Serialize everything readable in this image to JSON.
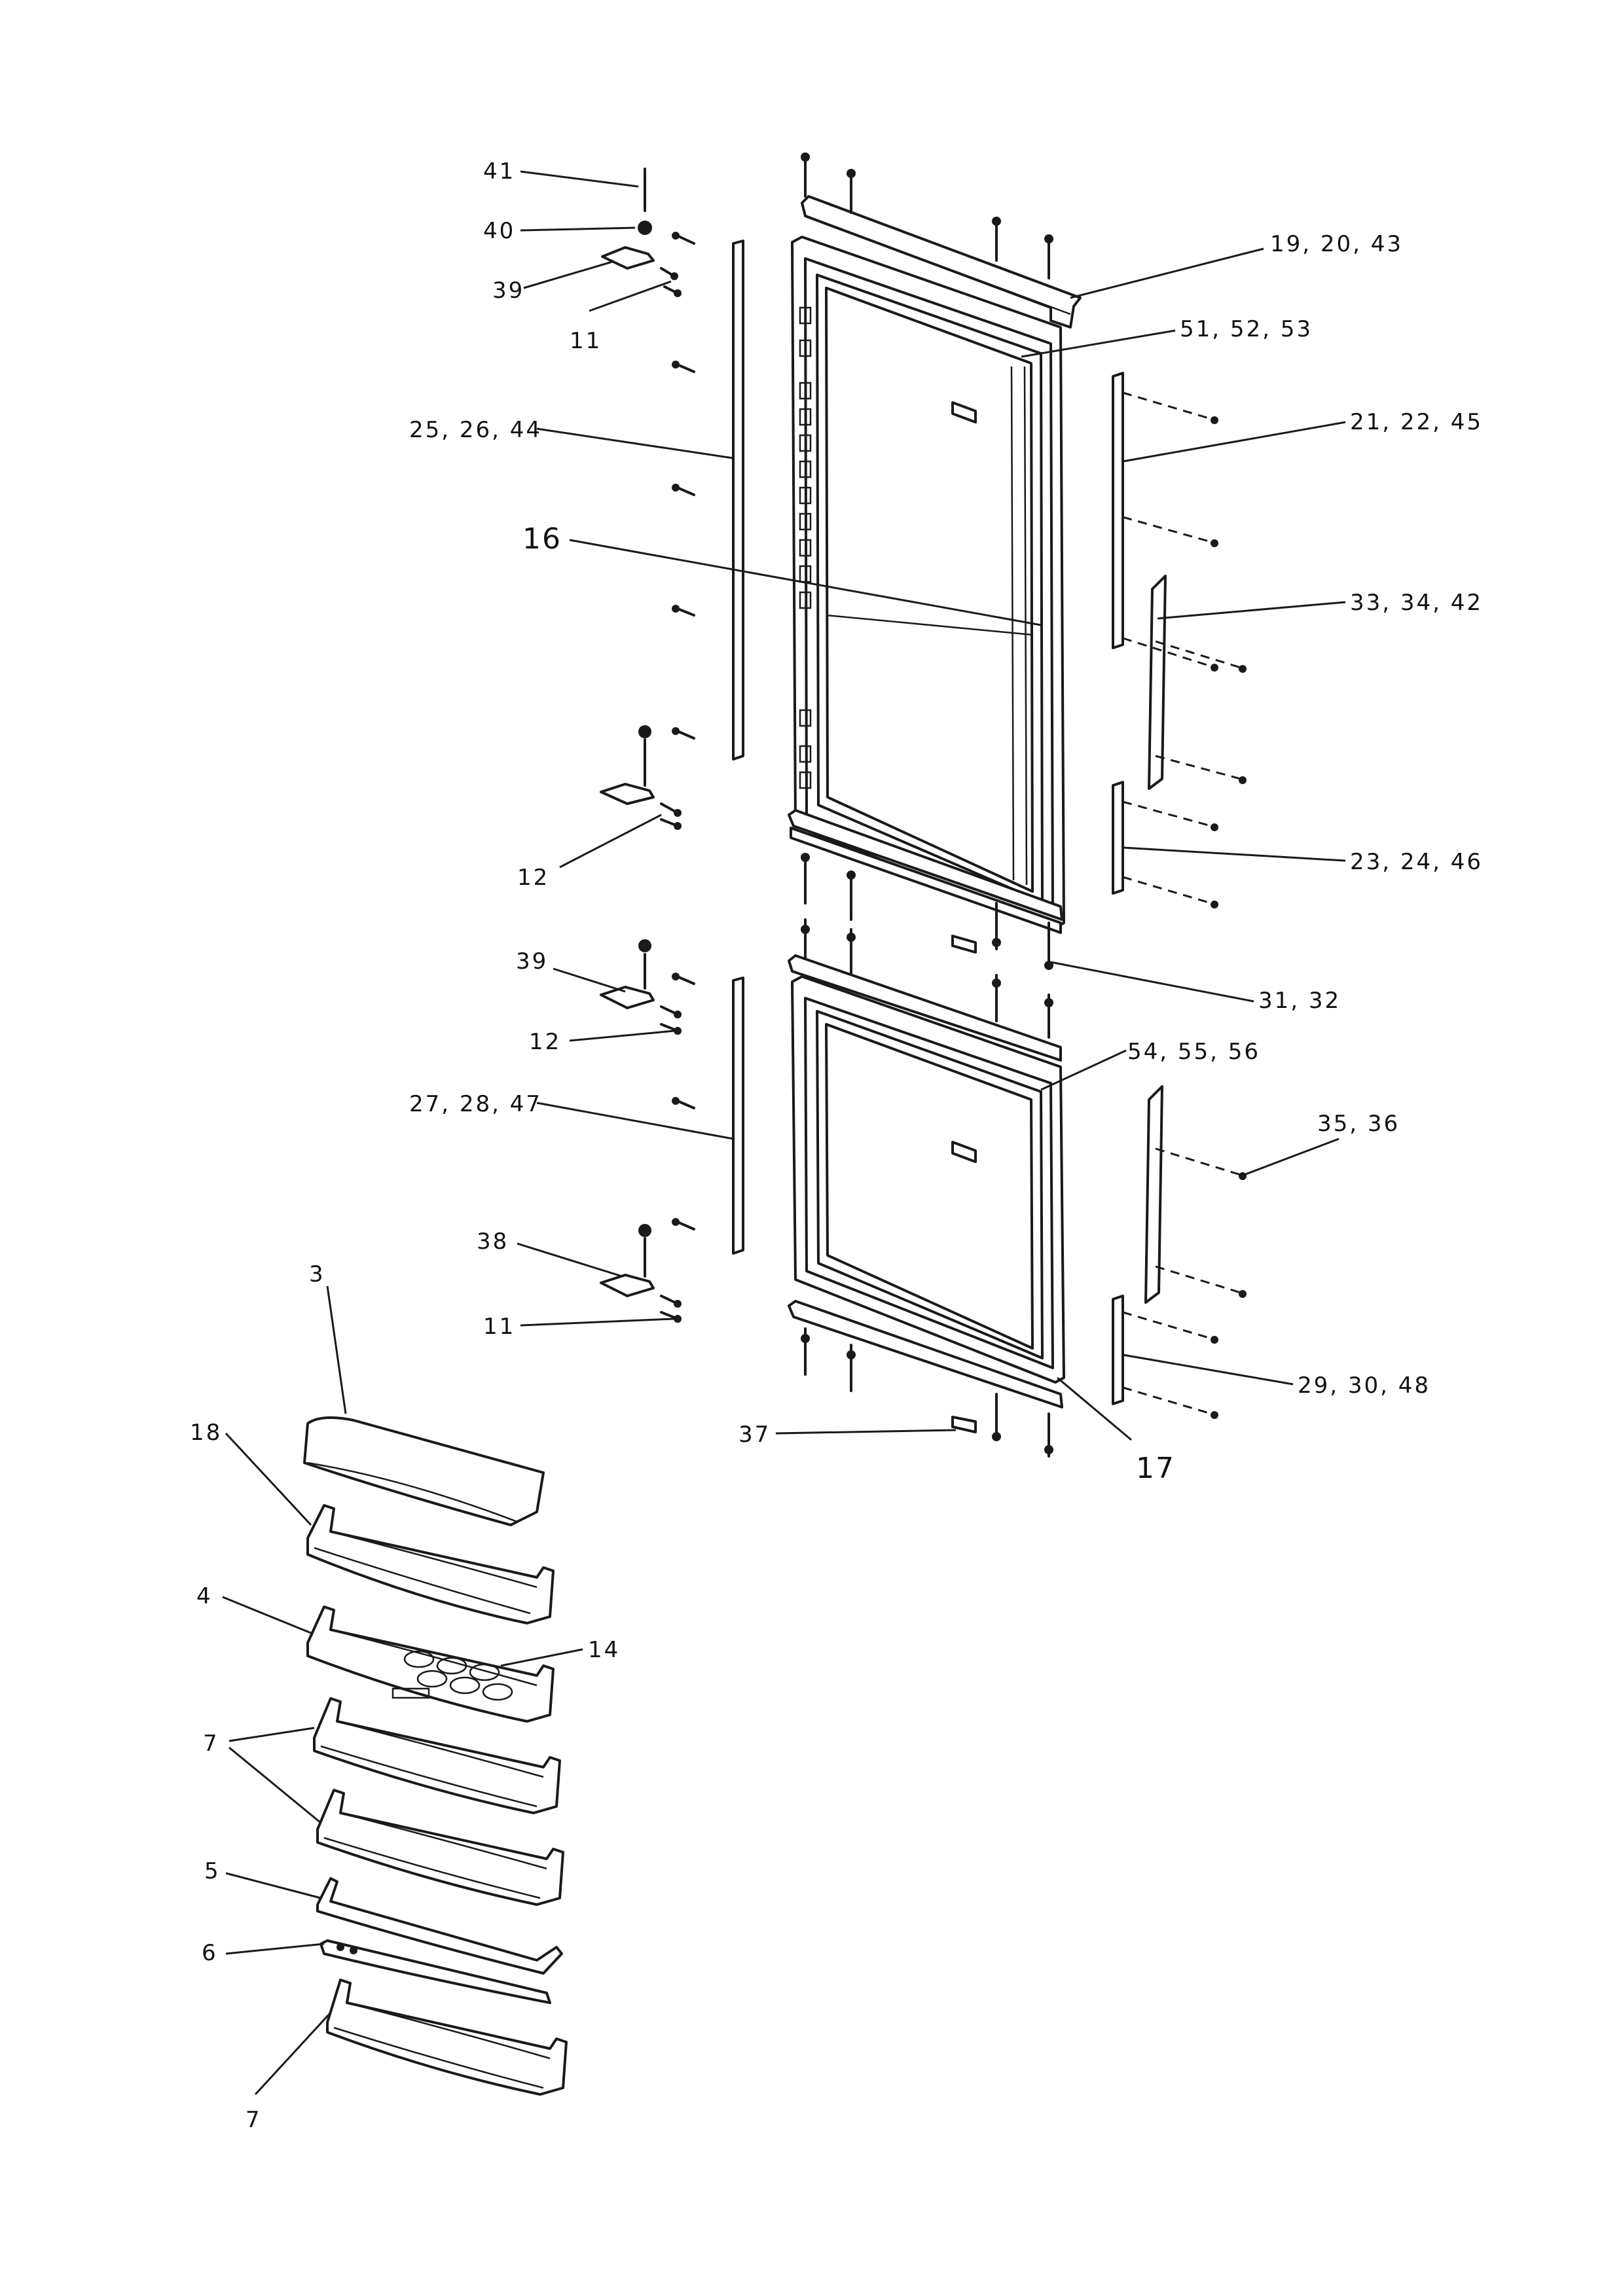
{
  "callouts": [
    {
      "id": "41",
      "text": "41"
    },
    {
      "id": "40",
      "text": "40"
    },
    {
      "id": "39a",
      "text": "39"
    },
    {
      "id": "11a",
      "text": "11"
    },
    {
      "id": "19-20-43",
      "text": "19, 20, 43"
    },
    {
      "id": "51-52-53",
      "text": "51, 52, 53"
    },
    {
      "id": "25-26-44",
      "text": "25, 26, 44"
    },
    {
      "id": "21-22-45",
      "text": "21, 22, 45"
    },
    {
      "id": "16",
      "text": "16"
    },
    {
      "id": "33-34-42",
      "text": "33, 34, 42"
    },
    {
      "id": "12a",
      "text": "12"
    },
    {
      "id": "23-24-46",
      "text": "23, 24, 46"
    },
    {
      "id": "39b",
      "text": "39"
    },
    {
      "id": "31-32",
      "text": "31, 32"
    },
    {
      "id": "12b",
      "text": "12"
    },
    {
      "id": "54-55-56",
      "text": "54, 55, 56"
    },
    {
      "id": "27-28-47",
      "text": "27, 28, 47"
    },
    {
      "id": "35-36",
      "text": "35, 36"
    },
    {
      "id": "38",
      "text": "38"
    },
    {
      "id": "3",
      "text": "3"
    },
    {
      "id": "11b",
      "text": "11"
    },
    {
      "id": "29-30-48",
      "text": "29, 30, 48"
    },
    {
      "id": "18",
      "text": "18"
    },
    {
      "id": "37",
      "text": "37"
    },
    {
      "id": "17",
      "text": "17"
    },
    {
      "id": "4",
      "text": "4"
    },
    {
      "id": "14",
      "text": "14"
    },
    {
      "id": "7a",
      "text": "7"
    },
    {
      "id": "5",
      "text": "5"
    },
    {
      "id": "6",
      "text": "6"
    },
    {
      "id": "7b",
      "text": "7"
    }
  ]
}
